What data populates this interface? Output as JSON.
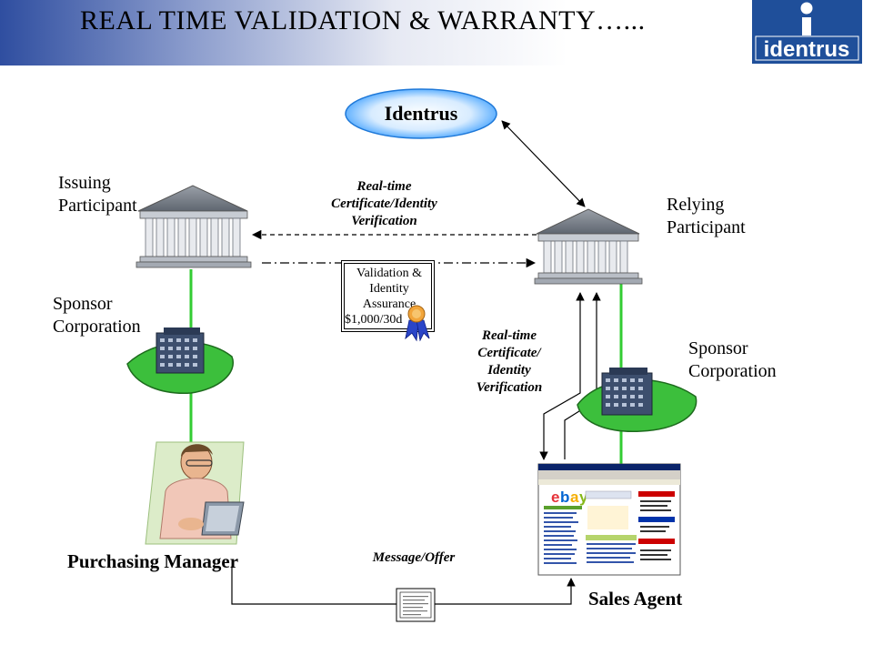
{
  "header": {
    "title": "REAL TIME VALIDATION & WARRANTY…...",
    "logo_text": "identrus"
  },
  "nodes": {
    "identrus": "Identrus",
    "issuing_line1": "Issuing",
    "issuing_line2": "Participant",
    "relying_line1": "Relying",
    "relying_line2": "Participant",
    "sponsor_left_line1": "Sponsor",
    "sponsor_left_line2": "Corporation",
    "sponsor_right_line1": "Sponsor",
    "sponsor_right_line2": "Corporation",
    "purchasing_manager": "Purchasing Manager",
    "sales_agent": "Sales Agent"
  },
  "annotations": {
    "top_line1": "Real-time",
    "top_line2": "Certificate/Identity",
    "top_line3": "Verification",
    "right_line1": "Real-time",
    "right_line2": "Certificate/",
    "right_line3": "Identity",
    "right_line4": "Verification",
    "message": "Message/Offer"
  },
  "certificate": {
    "line1": "Validation &",
    "line2": "Identity",
    "line3": "Assurance",
    "line4": "$1,000/30d"
  },
  "colors": {
    "header_blue": "#2f4ea0",
    "logo_blue": "#1f4f9a",
    "connector_green": "#33cc33",
    "identrus_oval": "#1e90ff"
  }
}
